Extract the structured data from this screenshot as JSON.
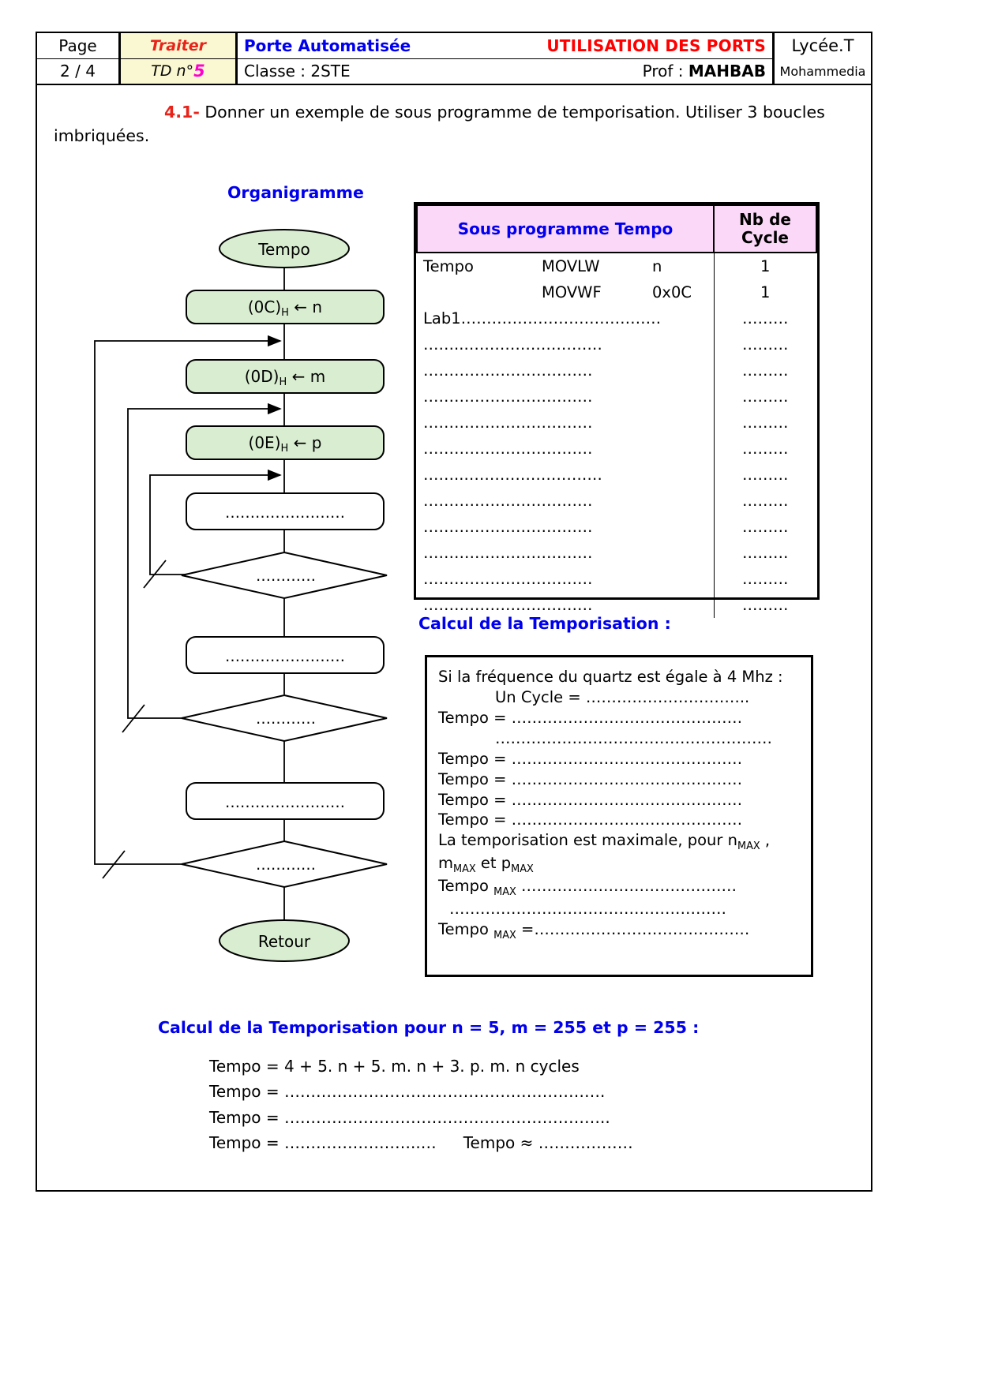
{
  "header": {
    "page_label": "Page",
    "page_value": "2 / 4",
    "activity": "Traiter",
    "td_prefix": "TD n°",
    "td_number": "5",
    "subject": "Porte Automatisée",
    "classe": "Classe : 2STE",
    "title": "UTILISATION DES PORTS",
    "prof_prefix": "Prof : ",
    "prof_name": "MAHBAB",
    "school": "Lycée.T",
    "city": "Mohammedia",
    "colors": {
      "activity": "#e8231a",
      "td_number": "#ff00d0",
      "subject": "#0000ee",
      "title": "#ff0000",
      "band": "#faf8d2"
    }
  },
  "question": {
    "number": "4.1-",
    "line1": " Donner un exemple de sous programme de temporisation. Utiliser 3 boucles",
    "line2": "imbriquées."
  },
  "sections": {
    "organigramme": "Organigramme",
    "calcul": "Calcul de la Temporisation :",
    "calcul_n": "Calcul de la Temporisation pour n = 5, m = 255 et p = 255 :"
  },
  "flowchart": {
    "start": "Tempo",
    "end": "Retour",
    "boxes": [
      {
        "id": "box-0c",
        "label": "(0C)ₕ ← n",
        "kind": "process-green"
      },
      {
        "id": "box-0d",
        "label": "(0D)ₕ ← m",
        "kind": "process-green"
      },
      {
        "id": "box-0e",
        "label": "(0E)ₕ ← p",
        "kind": "process-green"
      },
      {
        "id": "box-blank-1",
        "label": "…………………",
        "kind": "process-blank"
      },
      {
        "id": "box-blank-2",
        "label": "…………………",
        "kind": "process-blank"
      },
      {
        "id": "box-blank-3",
        "label": "…………………",
        "kind": "process-blank"
      }
    ],
    "decisions": [
      {
        "id": "dec-1",
        "label": "……………"
      },
      {
        "id": "dec-2",
        "label": "……………"
      },
      {
        "id": "dec-3",
        "label": "……………"
      }
    ],
    "colors": {
      "green_fill": "#d9eed1",
      "stroke": "#000000"
    }
  },
  "program_table": {
    "header_code": "Sous programme Tempo",
    "header_cycles": "Nb de Cycle",
    "header_cycles_line1": "Nb de",
    "header_cycles_line2": "Cycle",
    "header_bg": "#fbd8f7",
    "rows": [
      {
        "label": "Tempo",
        "mnemonic": "MOVLW",
        "operand": "n",
        "cycles": "1"
      },
      {
        "label": "",
        "mnemonic": "MOVWF",
        "operand": "0x0C",
        "cycles": "1"
      },
      {
        "label": "Lab1",
        "dots": "…………………………………",
        "cycles": "………"
      },
      {
        "label": "",
        "dots": "……..………………………",
        "cycles": "………"
      },
      {
        "label": "",
        "dots": "……………………………",
        "cycles": "………"
      },
      {
        "label": "",
        "dots": "……………………………",
        "cycles": "………"
      },
      {
        "label": "",
        "dots": "……………………………",
        "cycles": "………"
      },
      {
        "label": "",
        "dots": "……………………………",
        "cycles": "………"
      },
      {
        "label": "",
        "dots": "……..………………………",
        "cycles": "………"
      },
      {
        "label": "",
        "dots": "……………………………",
        "cycles": "………"
      },
      {
        "label": "",
        "dots": "……………………………",
        "cycles": "………"
      },
      {
        "label": "",
        "dots": "……………………………",
        "cycles": "………"
      },
      {
        "label": "",
        "dots": "……………………………",
        "cycles": "………"
      },
      {
        "label": "",
        "dots": "……………………………",
        "cycles": "………"
      }
    ]
  },
  "calcul_box": {
    "line_quartz": "Si la fréquence du quartz est égale à 4 Mhz :",
    "line_cycle": "Un Cycle = …………………………..",
    "line_t1": "Tempo  = ………………………………………",
    "line_t1b": "………………………………………………",
    "line_t2": "Tempo  = ………………………………………",
    "line_t3": "Tempo  = ………………………………………",
    "line_t4": "Tempo  = ………………………………………",
    "line_t5": "Tempo  = ………………………………………",
    "line_max_a": "La temporisation est maximale, pour n",
    "line_max_a_sub": "MAX",
    "line_max_a_tail": " ,",
    "line_max_b_pre": "m",
    "line_max_b_sub": "MAX",
    "line_max_b_mid": " et p",
    "line_max_b_sub2": "MAX",
    "line_tmax1_pre": "Tempo ",
    "line_tmax1_sub": "MAX",
    "line_tmax1_tail": " ……………………………………",
    "line_tmax_dots": "………………………………………………",
    "line_tmax2_pre": "Tempo ",
    "line_tmax2_sub": "MAX",
    "line_tmax2_tail": " =……………………………………"
  },
  "bottom_calc": {
    "line1": "Tempo  = 4 + 5. n + 5. m. n + 3. p. m. n  cycles",
    "line2": "Tempo  = …………………………………………………….",
    "line3": "Tempo  = ……………………………………………………..",
    "line4a": "Tempo = ……………………..…",
    "line4b": "Tempo ≈ ………………"
  }
}
